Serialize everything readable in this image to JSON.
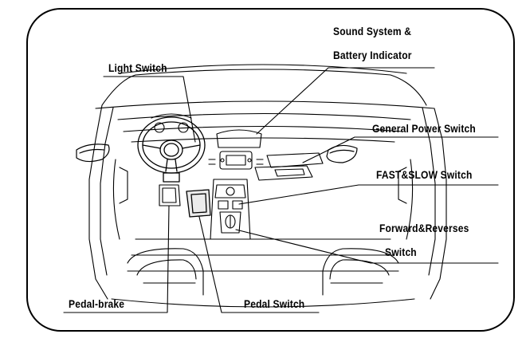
{
  "labels": {
    "sound_system_line1": "Sound System &",
    "sound_system_line2": "Battery Indicator",
    "light_switch": "Light Switch",
    "general_power_switch": "General Power Switch",
    "fast_slow_switch": "FAST&SLOW Switch",
    "forward_reverse_line1": "Forward&Reverses",
    "forward_reverse_line2": "Switch",
    "pedal_brake": "Pedal-brake",
    "pedal_switch": "Pedal Switch"
  },
  "colors": {
    "ink": "#000000",
    "background": "#ffffff"
  }
}
